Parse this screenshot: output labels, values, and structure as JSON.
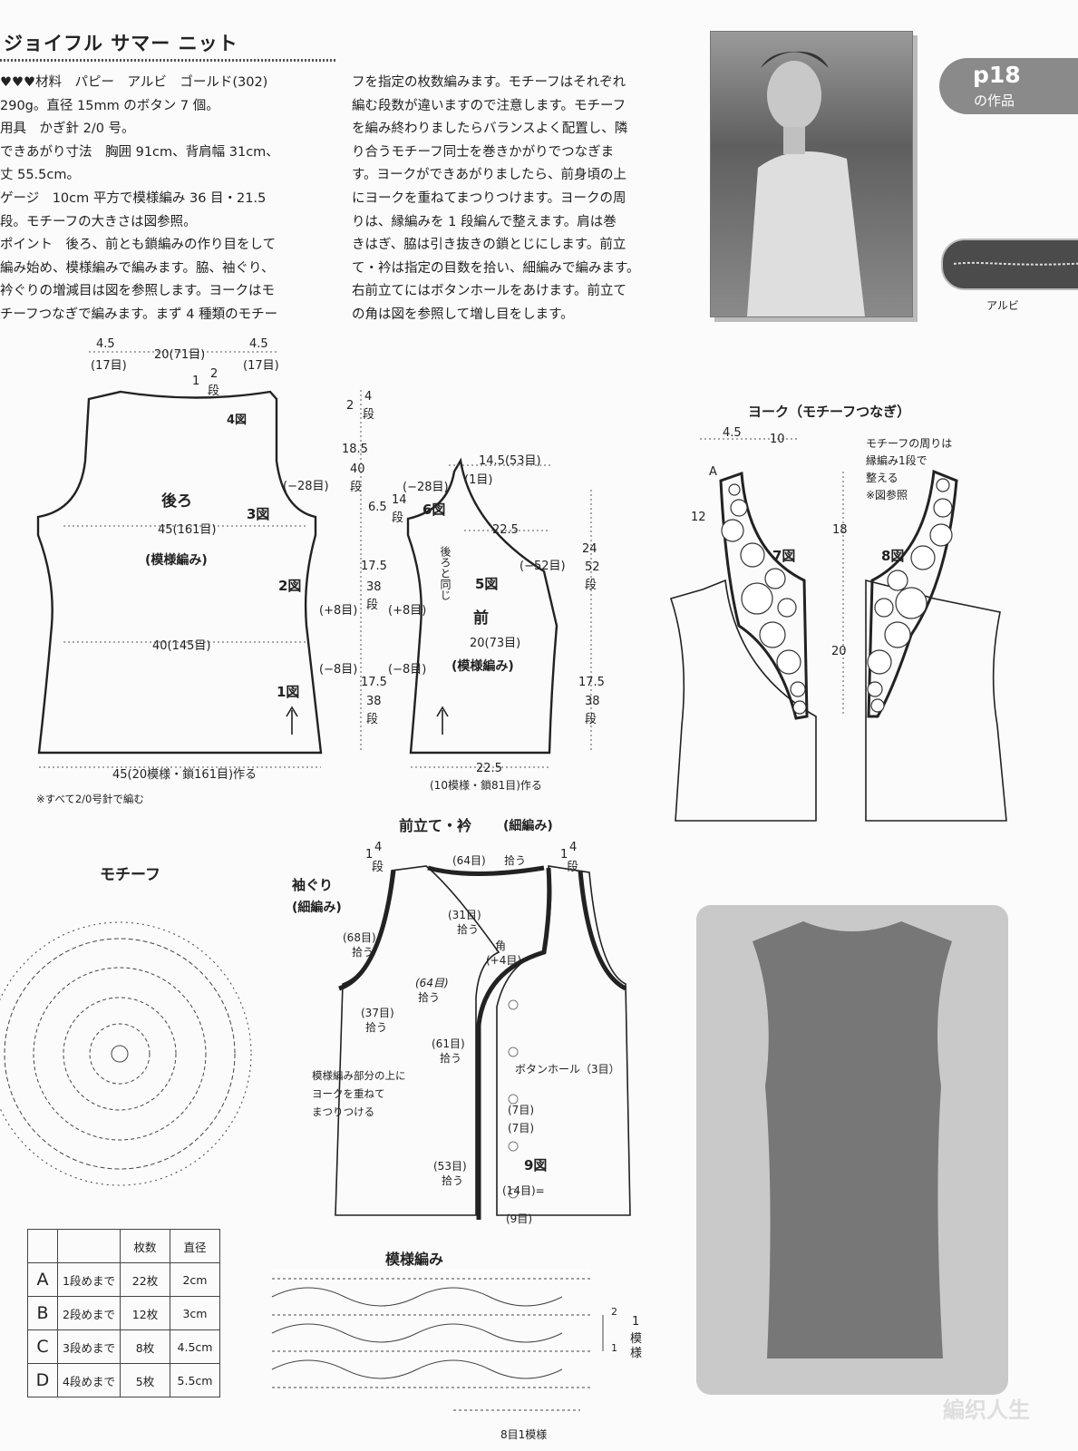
{
  "header": {
    "title": "ジョイフル サマー ニット"
  },
  "badge": {
    "page": "p18",
    "label": "の作品"
  },
  "yarn": {
    "label": "アルビ"
  },
  "text_col1": [
    "♥♥♥材料　パピー　アルビ　ゴールド(302)",
    "290g。直径 15mm のボタン 7 個。",
    "用具　かぎ針 2/0 号。",
    "できあがり寸法　胸囲 91cm、背肩幅 31cm、",
    "丈 55.5cm。",
    "ゲージ　10cm 平方で模様編み 36 目・21.5",
    "段。モチーフの大きさは図参照。",
    "ポイント　後ろ、前とも鎖編みの作り目をして",
    "編み始め、模様編みで編みます。脇、袖ぐり、",
    "衿ぐりの増減目は図を参照します。ヨークはモ",
    "チーフつなぎで編みます。まず 4 種類のモチー"
  ],
  "text_col2": [
    "フを指定の枚数編みます。モチーフはそれぞれ",
    "編む段数が違いますので注意します。モチーフ",
    "を編み終わりましたらバランスよく配置し、隣",
    "り合うモチーフ同士を巻きかがりでつなぎま",
    "す。ヨークができあがりましたら、前身頃の上",
    "にヨークを重ねてまつりつけます。ヨークの周",
    "りは、縁編みを 1 段編んで整えます。肩は巻",
    "きはぎ、脇は引き抜きの鎖とじにします。前立",
    "て・衿は指定の目数を拾い、細編みで編みます。",
    "右前立てにはボタンホールをあけます。前立て",
    "の角は図を参照して増し目をします。"
  ],
  "back": {
    "title": "後ろ",
    "pattern": "(模様編み)",
    "top_shoulder": "4.5",
    "top_shoulder_st": "(17目)",
    "top_neck": "20(71目)",
    "neck_a": "1",
    "neck_b": "2",
    "neck_c": "段",
    "z4": "4図",
    "z3": "3図",
    "z2": "2図",
    "z1": "1図",
    "armhole": "(−28目)",
    "chest": "45(161目)",
    "waist": "40(145目)",
    "inc": "(+8目)",
    "dec": "(−8目)",
    "bottom": "45(20模様・鎖161目)作る",
    "note": "※すべて2/0号針で編む"
  },
  "front": {
    "title": "前",
    "pattern": "(模様編み)",
    "top_width": "14.5(53目)",
    "top_row": "(1目)",
    "neck": "(−28目)",
    "z6": "6図",
    "z5": "5図",
    "same": "後ろと同じ",
    "w1": "22.5",
    "side": "(−52目)",
    "w2": "20(73目)",
    "inc": "(+8目)",
    "dec": "(−8目)",
    "bottom": "22.5",
    "bottom_st": "(10模様・鎖81目)作る",
    "d1": "2",
    "d1b": "4",
    "d1c": "段",
    "d2": "18.5",
    "d2b": "40",
    "d2c": "段",
    "d3": "6.5",
    "d3b": "14",
    "d3c": "段",
    "d4": "17.5",
    "d4b": "38",
    "d4c": "段",
    "d5": "17.5",
    "d5b": "38",
    "d5c": "段",
    "r1": "24",
    "r1b": "52",
    "r1c": "段",
    "r2": "17.5",
    "r2b": "38",
    "r2c": "段"
  },
  "yoke": {
    "title": "ヨーク（モチーフつなぎ）",
    "w1": "4.5",
    "w2": "10",
    "h1": "12",
    "h2": "18",
    "h3": "20",
    "note": [
      "モチーフの周りは",
      "縁編み1段で",
      "整える",
      "※図参照"
    ],
    "z7": "7図",
    "z8": "8図",
    "marker": "A"
  },
  "motif": {
    "title": "モチーフ"
  },
  "band": {
    "title": "前立て・衿",
    "title_sub": "(細編み)",
    "arm_title": "袖ぐり",
    "arm_sub": "(細編み)",
    "top_st": "(64目)",
    "top_pick": "拾う",
    "l1": "1",
    "l1b": "4",
    "l1c": "段",
    "r1": "1",
    "r1b": "4",
    "r1c": "段",
    "arm_pick": "(68目)",
    "arm_pick2": "拾う",
    "n31": "(31目)",
    "n31p": "拾う",
    "corner": "角",
    "corner_inc": "(+4目)",
    "n64": "(64目)",
    "n64p": "拾う",
    "n37": "(37目)",
    "n37p": "拾う",
    "n61": "(61目)",
    "n61p": "拾う",
    "bh": "ボタンホール（3目）",
    "overlay": [
      "模様編み部分の上に",
      "ヨークを重ねて",
      "まつりつける"
    ],
    "s7a": "(7目)",
    "s7b": "(7目)",
    "z9": "9図",
    "n53": "(53目)",
    "n53p": "拾う",
    "s14": "(14目)=",
    "s9": "(9目)"
  },
  "table": {
    "headers": [
      "",
      "",
      "枚数",
      "直径"
    ],
    "rows": [
      {
        "k": "A",
        "rows": "1段めまで",
        "count": "22枚",
        "dia": "2cm"
      },
      {
        "k": "B",
        "rows": "2段めまで",
        "count": "12枚",
        "dia": "3cm"
      },
      {
        "k": "C",
        "rows": "3段めまで",
        "count": "8枚",
        "dia": "4.5cm"
      },
      {
        "k": "D",
        "rows": "4段めまで",
        "count": "5枚",
        "dia": "5.5cm"
      }
    ]
  },
  "stitch": {
    "title": "模様編み",
    "repeat_a": "1",
    "repeat_b": "模",
    "repeat_c": "様",
    "bottom": "8目1模様",
    "arrow2": "2",
    "arrow1": "1"
  },
  "watermark": "編织人生"
}
